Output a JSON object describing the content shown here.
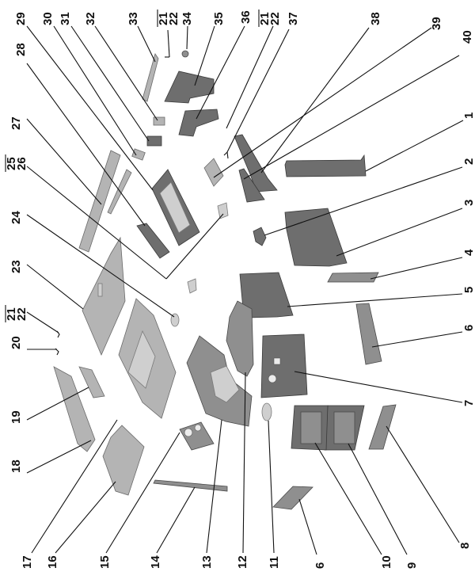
{
  "diagram": {
    "title": "",
    "type": "exploded-parts-view",
    "orientation": "rotated-90-ccw",
    "callouts": [
      {
        "id": "1",
        "label": "1"
      },
      {
        "id": "2",
        "label": "2"
      },
      {
        "id": "3",
        "label": "3"
      },
      {
        "id": "4",
        "label": "4"
      },
      {
        "id": "5",
        "label": "5"
      },
      {
        "id": "6a",
        "label": "6"
      },
      {
        "id": "7",
        "label": "7"
      },
      {
        "id": "8",
        "label": "8"
      },
      {
        "id": "9",
        "label": "9"
      },
      {
        "id": "10",
        "label": "10"
      },
      {
        "id": "6b",
        "label": "6"
      },
      {
        "id": "11",
        "label": "11"
      },
      {
        "id": "12",
        "label": "12"
      },
      {
        "id": "13",
        "label": "13"
      },
      {
        "id": "14",
        "label": "14"
      },
      {
        "id": "15",
        "label": "15"
      },
      {
        "id": "16",
        "label": "16"
      },
      {
        "id": "17",
        "label": "17"
      },
      {
        "id": "18",
        "label": "18"
      },
      {
        "id": "19",
        "label": "19"
      },
      {
        "id": "20",
        "label": "20"
      },
      {
        "id": "21-22a",
        "label": "21",
        "label2": "22"
      },
      {
        "id": "23",
        "label": "23"
      },
      {
        "id": "24",
        "label": "24"
      },
      {
        "id": "25-26",
        "label": "25",
        "label2": "26"
      },
      {
        "id": "27",
        "label": "27"
      },
      {
        "id": "28",
        "label": "28"
      },
      {
        "id": "29",
        "label": "29"
      },
      {
        "id": "30",
        "label": "30"
      },
      {
        "id": "31",
        "label": "31"
      },
      {
        "id": "32",
        "label": "32"
      },
      {
        "id": "33",
        "label": "33"
      },
      {
        "id": "21-22b",
        "label": "21",
        "label2": "22"
      },
      {
        "id": "34",
        "label": "34"
      },
      {
        "id": "35",
        "label": "35"
      },
      {
        "id": "36",
        "label": "36"
      },
      {
        "id": "21-22c",
        "label": "21",
        "label2": "22"
      },
      {
        "id": "37",
        "label": "37"
      },
      {
        "id": "38",
        "label": "38"
      },
      {
        "id": "39",
        "label": "39"
      },
      {
        "id": "40",
        "label": "40"
      }
    ]
  }
}
